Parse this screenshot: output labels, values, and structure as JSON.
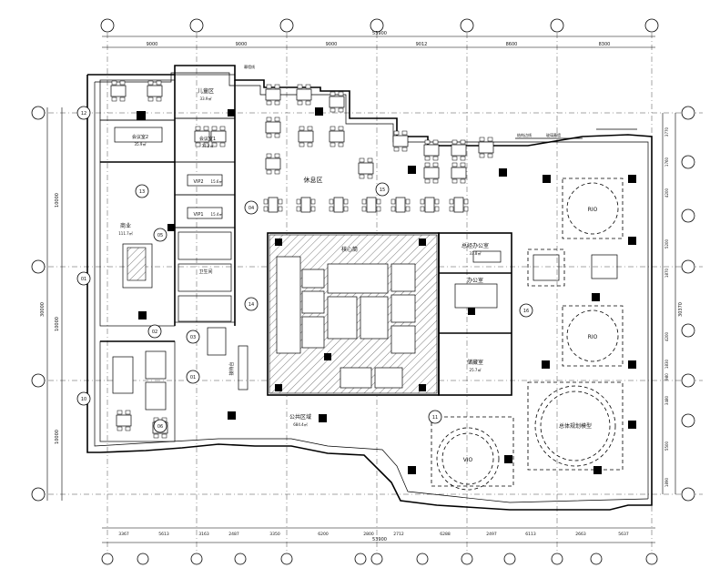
{
  "drawing": {
    "overall_dim_top": "53900",
    "overall_dim_bottom": "53900",
    "overall_dim_left": "30000",
    "overall_dim_right": "30370",
    "top_dims": [
      "9000",
      "9000",
      "9000",
      "9012",
      "8600",
      "8300"
    ],
    "bottom_dims": [
      "3367",
      "5613",
      "3163",
      "2487",
      "3350",
      "6200",
      "2800",
      "2712",
      "6288",
      "2497",
      "6113",
      "2663",
      "5637"
    ],
    "left_dims": [
      "10000",
      "10000",
      "10000"
    ],
    "right_dims": [
      "3770",
      "1760",
      "4200",
      "5200",
      "1870",
      "4200",
      "1830",
      "980",
      "3480",
      "5500",
      "1890"
    ]
  },
  "rooms": {
    "kids": "儿童区",
    "kids_area": "33.9㎡",
    "meeting2": "会议室2",
    "meeting2_area": "35.9㎡",
    "meeting1": "会议室1",
    "meeting1_area": "37.3㎡",
    "vip2": "VIP2",
    "vip2_area": "15.6㎡",
    "vip1": "VIP1",
    "vip1_area": "15.4㎡",
    "commerce": "商业",
    "commerce_area": "111.7㎡",
    "rest": "休息区",
    "core": "核心筒",
    "office_gm": "总经办公室",
    "office_gm_area": "33.8㎡",
    "office": "办公室",
    "storage": "储藏室",
    "storage_area": "25.7㎡",
    "public": "公共区域",
    "public_area": "684.4㎡",
    "model": "总体规划模型",
    "vio": "VIO",
    "rio1": "RIO",
    "rio2": "RIO",
    "toilet": "卫生间",
    "reception": "接待台"
  },
  "notes": {
    "facade1": "幕墙线",
    "facade2": "结构边线",
    "facade3": "玻璃幕墙"
  },
  "markers": [
    "01",
    "02",
    "03",
    "04",
    "05",
    "06",
    "10",
    "11",
    "12",
    "13",
    "14",
    "15",
    "16"
  ]
}
